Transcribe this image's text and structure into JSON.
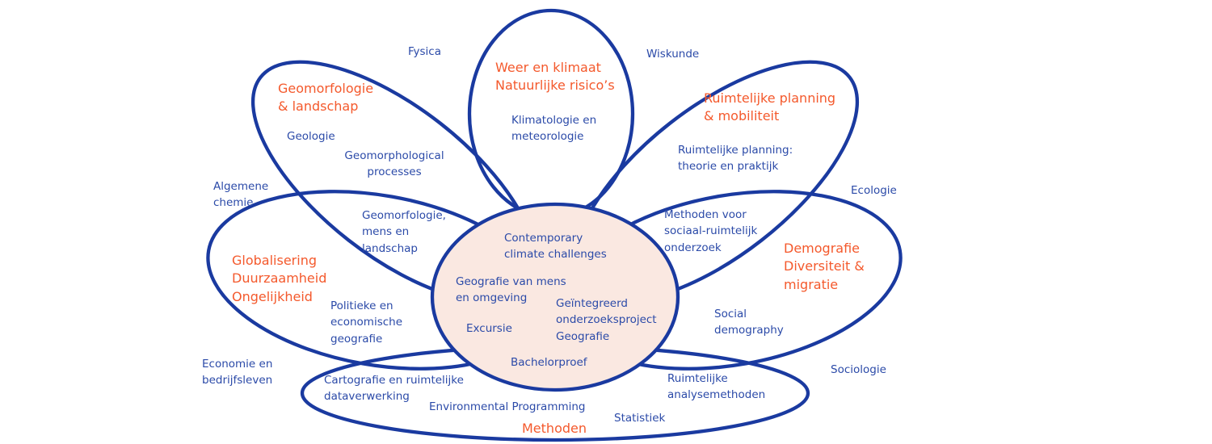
{
  "colors": {
    "outline": "#1a3aa0",
    "text-blue": "#2b4aa8",
    "accent-orange": "#f4592c",
    "center-fill": "#fae8e1",
    "background": "#ffffff"
  },
  "center": {
    "contemporary": "Contemporary\nclimate challenges",
    "geografie_mens": "Geografie van mens\nen omgeving",
    "excursie": "Excursie",
    "geintegreerd": "Geïntegreerd\nonderzoeksproject\nGeografie",
    "bachelorproef": "Bachelorproef"
  },
  "petals": {
    "weather": {
      "title": "Weer en klimaat\nNatuurlijke risico’s",
      "course_klimatologie": "Klimatologie en\nmeteorologie"
    },
    "geomorphology": {
      "title": "Geomorfologie\n& landschap",
      "course_geologie": "Geologie",
      "course_processes": "Geomorphological\nprocesses",
      "course_mens_landschap": "Geomorfologie,\nmens en\nlandschap"
    },
    "planning": {
      "title": "Ruimtelijke planning\n& mobiliteit",
      "course_theorie_praktijk": "Ruimtelijke planning:\ntheorie en praktijk",
      "course_methoden_sociaal": "Methoden voor\nsociaal-ruimtelijk\nonderzoek"
    },
    "globalisation": {
      "title": "Globalisering\nDuurzaamheid\nOngelijkheid",
      "course_politieke": "Politieke en\neconomische\ngeografie"
    },
    "demography": {
      "title": "Demografie\nDiversiteit &\nmigratie",
      "course_social_demography": "Social\ndemography"
    },
    "methods": {
      "title": "Methoden",
      "course_cartografie": "Cartografie en ruimtelijke\ndataverwerking",
      "course_environmental": "Environmental Programming",
      "course_analysemethoden": "Ruimtelijke\nanalysemethoden",
      "course_statistiek": "Statistiek"
    }
  },
  "related_disciplines": {
    "fysica": "Fysica",
    "wiskunde": "Wiskunde",
    "algemene_chemie": "Algemene\nchemie",
    "ecologie": "Ecologie",
    "economie": "Economie en\nbedrijfsleven",
    "sociologie": "Sociologie"
  }
}
